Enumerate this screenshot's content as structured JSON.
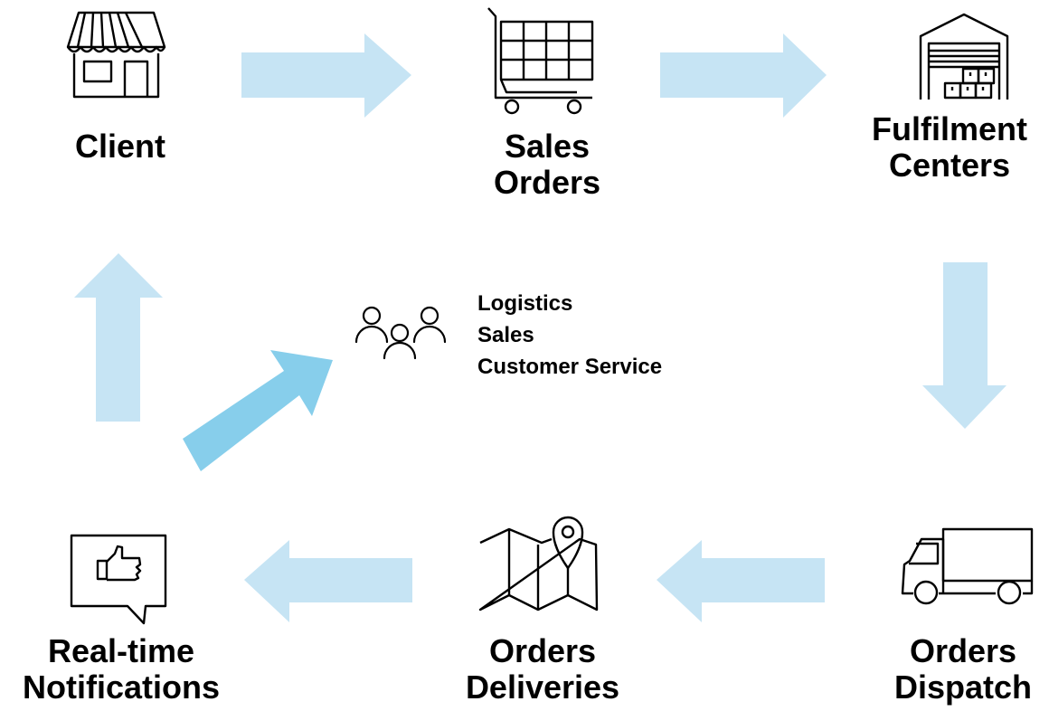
{
  "nodes": {
    "client": {
      "label_lines": [
        "Client"
      ],
      "icon": "storefront-icon"
    },
    "sales_orders": {
      "label_lines": [
        "Sales",
        "Orders"
      ],
      "icon": "shopping-cart-icon"
    },
    "fulfilment_centers": {
      "label_lines": [
        "Fulfilment",
        "Centers"
      ],
      "icon": "warehouse-icon"
    },
    "orders_dispatch": {
      "label_lines": [
        "Orders",
        "Dispatch"
      ],
      "icon": "delivery-truck-icon"
    },
    "orders_deliveries": {
      "label_lines": [
        "Orders",
        "Deliveries"
      ],
      "icon": "map-pin-icon"
    },
    "notifications": {
      "label_lines": [
        "Real-time",
        "Notifications"
      ],
      "icon": "thumbs-up-speech-bubble-icon"
    }
  },
  "teams": {
    "icon": "people-group-icon",
    "items": [
      "Logistics",
      "Sales",
      "Customer Service"
    ]
  },
  "colors": {
    "flow_arrow": "#c6e4f4",
    "highlight_arrow": "#87ceeb",
    "icon_stroke": "#000000",
    "text": "#000000"
  }
}
